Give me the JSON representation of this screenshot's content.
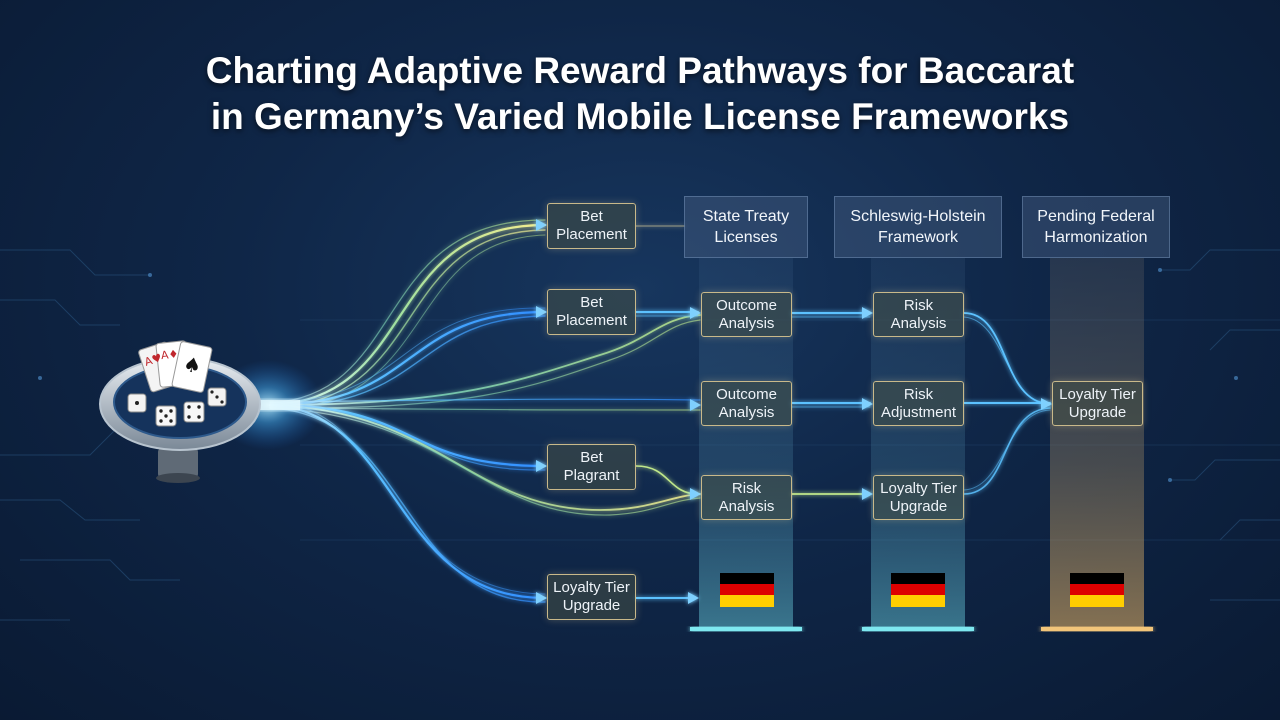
{
  "title": {
    "line1": "Charting Adaptive Reward Pathways for Baccarat",
    "line2": "in Germany’s Varied Mobile License Frameworks"
  },
  "columns": [
    {
      "line1": "State Treaty",
      "line2": "Licenses"
    },
    {
      "line1": "Schleswig-Holstein",
      "line2": "Framework"
    },
    {
      "line1": "Pending Federal",
      "line2": "Harmonization"
    }
  ],
  "source_nodes": [
    {
      "line1": "Bet",
      "line2": "Placement"
    },
    {
      "line1": "Bet",
      "line2": "Placement"
    },
    {
      "line1": "Bet",
      "line2": "Plagrant"
    },
    {
      "line1": "Loyalty Tier",
      "line2": "Upgrade"
    }
  ],
  "state_treaty_nodes": [
    {
      "line1": "Outcome",
      "line2": "Analysis"
    },
    {
      "line1": "Outcome",
      "line2": "Analysis"
    },
    {
      "line1": "Risk",
      "line2": "Analysis"
    }
  ],
  "sh_nodes": [
    {
      "line1": "Risk",
      "line2": "Analysis"
    },
    {
      "line1": "Risk",
      "line2": "Adjustment"
    },
    {
      "line1": "Loyalty Tier",
      "line2": "Upgrade"
    }
  ],
  "federal_nodes": [
    {
      "line1": "Loyalty Tier",
      "line2": "Upgrade"
    }
  ],
  "colors": {
    "flow_blue": "#3aa8ff",
    "flow_green": "#9be08a",
    "flow_yellow": "#f3ec8f",
    "node_border": "#c9b98a",
    "flag_black": "#000000",
    "flag_red": "#dd0000",
    "flag_gold": "#ffce00"
  },
  "icons": {
    "hub": "baccarat-table-icon",
    "flags": "germany-flag-icon"
  }
}
